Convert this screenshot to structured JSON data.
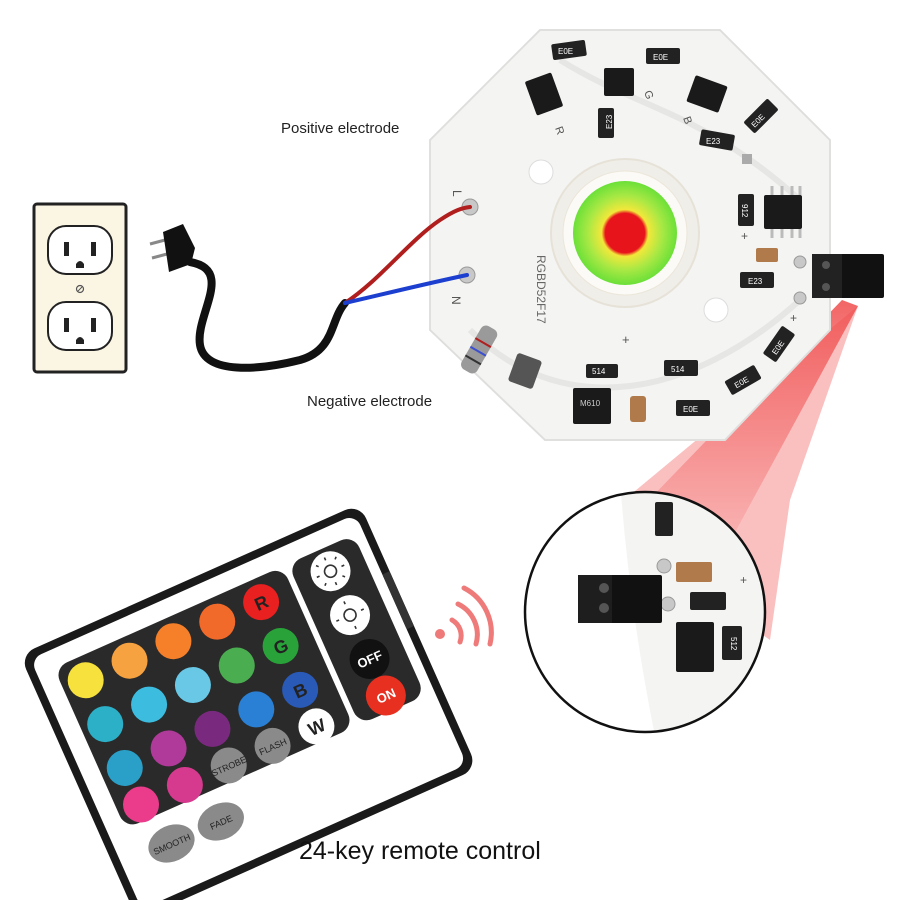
{
  "labels": {
    "positive": "Positive electrode",
    "negative": "Negative electrode",
    "caption": "24-key remote control"
  },
  "pcb": {
    "model": "RGBD52F17",
    "line_mark": "L",
    "neutral_mark": "N",
    "channel_marks": [
      "R",
      "G",
      "B"
    ],
    "resistor_codes": [
      "E0E",
      "E23",
      "E0E",
      "E23",
      "E0E",
      "E23",
      "912",
      "514",
      "514",
      "E0E",
      "E0E",
      "E0E",
      "512"
    ],
    "chip_code": "M610",
    "plus": "+"
  },
  "remote": {
    "keys": {
      "r": "R",
      "g": "G",
      "b": "B",
      "w": "W",
      "off": "OFF",
      "on": "ON",
      "flash": "FLASH",
      "strobe": "STROBE",
      "fade": "FADE",
      "smooth": "SMOOTH"
    }
  },
  "colors": {
    "wire_red": "#b01e1e",
    "wire_blue": "#1d3fd0",
    "cord": "#111111",
    "led_red": "#e8141c",
    "led_yellow": "#f2e83a",
    "led_green": "#6be038",
    "pcb": "#f4f4f2",
    "ir_beam": "#f04a4a"
  }
}
